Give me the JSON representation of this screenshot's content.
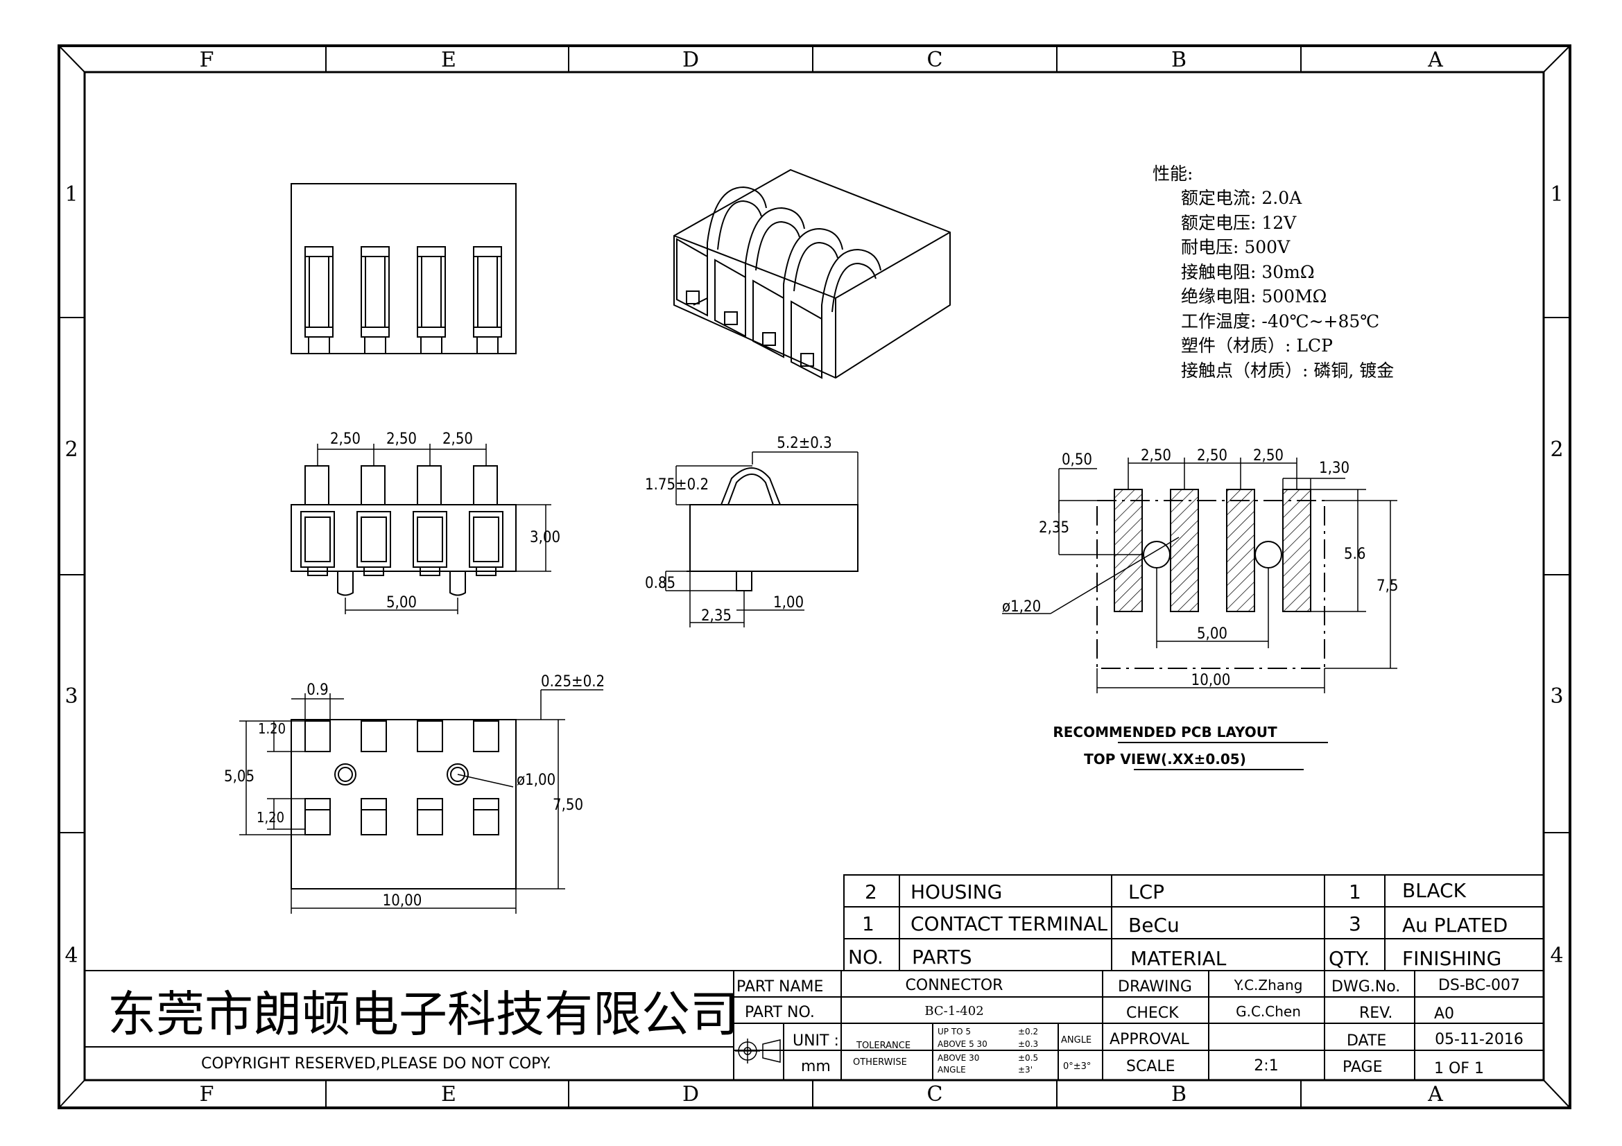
{
  "grid": {
    "cols": [
      "F",
      "E",
      "D",
      "C",
      "B",
      "A"
    ],
    "rows": [
      "1",
      "2",
      "3",
      "4"
    ]
  },
  "specs": {
    "heading": "性能:",
    "lines": [
      "额定电流: 2.0A",
      "额定电压: 12V",
      "耐电压: 500V",
      "接触电阻: 30mΩ",
      "绝缘电阻: 500MΩ",
      "工作温度: -40℃~+85℃",
      "塑件（材质）: LCP",
      "接触点（材质）: 磷铜, 镀金"
    ]
  },
  "dims": {
    "front_pitch": [
      "2,50",
      "2,50",
      "2,50"
    ],
    "front_height": "3,00",
    "front_base": "5,00",
    "side_width": "5.2±0.3",
    "side_spring": "1.75±0.2",
    "side_pin": "0.85",
    "side_offset": "2,35",
    "side_pin_w": "1,00",
    "bottom_pad_w": "0.9",
    "bottom_pad_h1": "1.20",
    "bottom_pad_span": "5,05",
    "bottom_pad_h2": "1,20",
    "bottom_hole": "ø1,00",
    "bottom_height": "7,50",
    "bottom_width": "10,00",
    "bottom_gap": "0.25±0.2",
    "pcb_edge": "0,50",
    "pcb_pitch": [
      "2,50",
      "2,50",
      "2,50"
    ],
    "pcb_pad_w": "1,30",
    "pcb_offset": "2,35",
    "pcb_pad_len": "5.6",
    "pcb_height": "7,5",
    "pcb_hole": "ø1,20",
    "pcb_hole_span": "5,00",
    "pcb_width": "10,00"
  },
  "layout_caption": {
    "line1": "RECOMMENDED PCB LAYOUT",
    "line2": "TOP VIEW(.XX±0.05)"
  },
  "bom": {
    "rows": [
      {
        "no": "2",
        "part": "HOUSING",
        "material": "LCP",
        "qty": "1",
        "finish": "BLACK"
      },
      {
        "no": "1",
        "part": "CONTACT TERMINAL",
        "material": "BeCu",
        "qty": "3",
        "finish": "Au PLATED"
      }
    ],
    "header": {
      "no": "NO.",
      "part": "PARTS",
      "material": "MATERIAL",
      "qty": "QTY.",
      "finish": "FINISHING"
    }
  },
  "title_block": {
    "company": "东莞市朗顿电子科技有限公司",
    "copyright": "COPYRIGHT RESERVED,PLEASE DO NOT COPY.",
    "part_name_label": "PART NAME",
    "part_name": "CONNECTOR",
    "part_no_label": "PART NO.",
    "part_no": "BC-1-402",
    "unit_label": "UNIT :",
    "unit": "mm",
    "tolerance_label": "TOLERANCE",
    "otherwise_label": "OTHERWISE",
    "tol_rows": [
      {
        "label": "UP TO 5",
        "val": "±0.2"
      },
      {
        "label": "ABOVE 5  30",
        "val": "±0.3"
      },
      {
        "label": "ABOVE 30",
        "val": "±0.5"
      },
      {
        "label": "ANGLE",
        "val": "±3'"
      }
    ],
    "angle_label": "ANGLE",
    "angle_val": "0°±3°",
    "drawing_label": "DRAWING",
    "drawing": "Y.C.Zhang",
    "check_label": "CHECK",
    "check": "G.C.Chen",
    "approval_label": "APPROVAL",
    "approval": "",
    "scale_label": "SCALE",
    "scale": "2:1",
    "dwg_label": "DWG.No.",
    "dwg": "DS-BC-007",
    "rev_label": "REV.",
    "rev": "A0",
    "date_label": "DATE",
    "date": "05-11-2016",
    "page_label": "PAGE",
    "page": "1 OF 1"
  }
}
